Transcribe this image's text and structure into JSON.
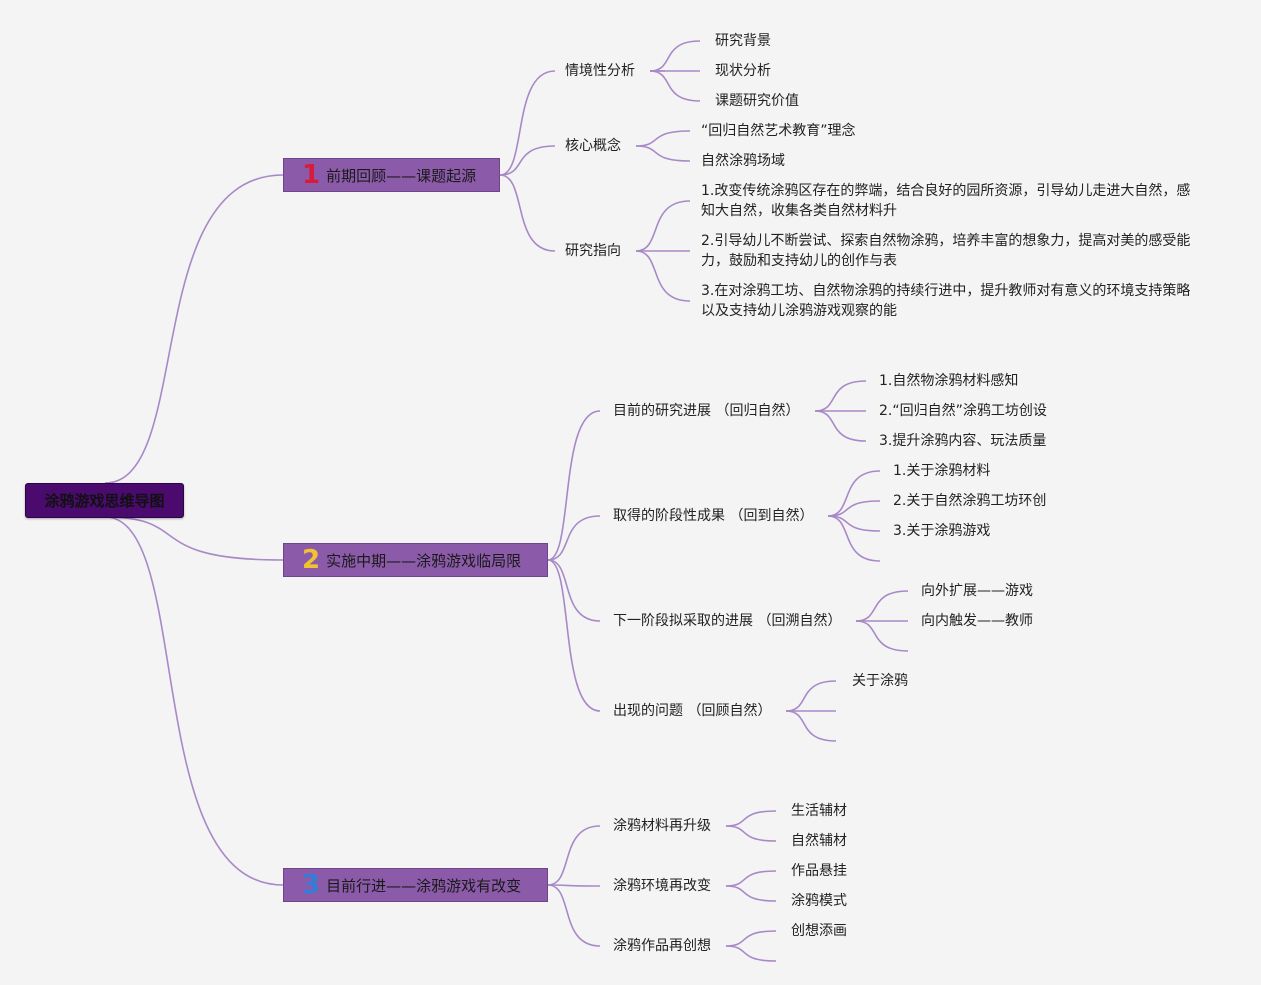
{
  "root": {
    "label": "涂鸦游戏思维导图"
  },
  "branches": [
    {
      "number": "1",
      "number_color": "#d81b3c",
      "label": "前期回顾——课题起源",
      "children": [
        {
          "label": "情境性分析",
          "children": [
            "研究背景",
            "现状分析",
            "课题研究价值"
          ]
        },
        {
          "label": "核心概念",
          "children": [
            "“回归自然艺术教育”理念",
            "自然涂鸦场域"
          ]
        },
        {
          "label": "研究指向",
          "children": [
            "1.改变传统涂鸦区存在的弊端，结合良好的园所资源，引导幼儿走进大自然，感知大自然，收集各类自然材料升",
            "2.引导幼儿不断尝试、探索自然物涂鸦，培养丰富的想象力，提高对美的感受能力，鼓励和支持幼儿的创作与表",
            "3.在对涂鸦工坊、自然物涂鸦的持续行进中，提升教师对有意义的环境支持策略以及支持幼儿涂鸦游戏观察的能"
          ]
        }
      ]
    },
    {
      "number": "2",
      "number_color": "#f2c230",
      "label": "实施中期——涂鸦游戏临局限",
      "children": [
        {
          "label": "目前的研究进展 （回归自然）",
          "children": [
            "1.自然物涂鸦材料感知",
            "2.“回归自然”涂鸦工坊创设",
            "3.提升涂鸦内容、玩法质量"
          ]
        },
        {
          "label": "取得的阶段性成果 （回到自然）",
          "children": [
            "1.关于涂鸦材料",
            "2.关于自然涂鸦工坊环创",
            "3.关于涂鸦游戏",
            ""
          ]
        },
        {
          "label": "下一阶段拟采取的进展 （回溯自然）",
          "children": [
            "向外扩展——游戏",
            "向内触发——教师",
            ""
          ]
        },
        {
          "label": "出现的问题 （回顾自然）",
          "children": [
            "关于涂鸦",
            "",
            ""
          ]
        }
      ]
    },
    {
      "number": "3",
      "number_color": "#2f7fd8",
      "label": "目前行进——涂鸦游戏有改变",
      "children": [
        {
          "label": "涂鸦材料再升级",
          "children": [
            "生活辅材",
            "自然辅材"
          ]
        },
        {
          "label": "涂鸦环境再改变",
          "children": [
            "作品悬挂",
            "涂鸦模式"
          ]
        },
        {
          "label": "涂鸦作品再创想",
          "children": [
            "创想添画",
            ""
          ]
        }
      ]
    }
  ],
  "colors": {
    "line": "#a889c8",
    "root_bg": "#4b0a6e",
    "branch_bg": "#8b5aa8",
    "background": "#f4f4f4"
  }
}
